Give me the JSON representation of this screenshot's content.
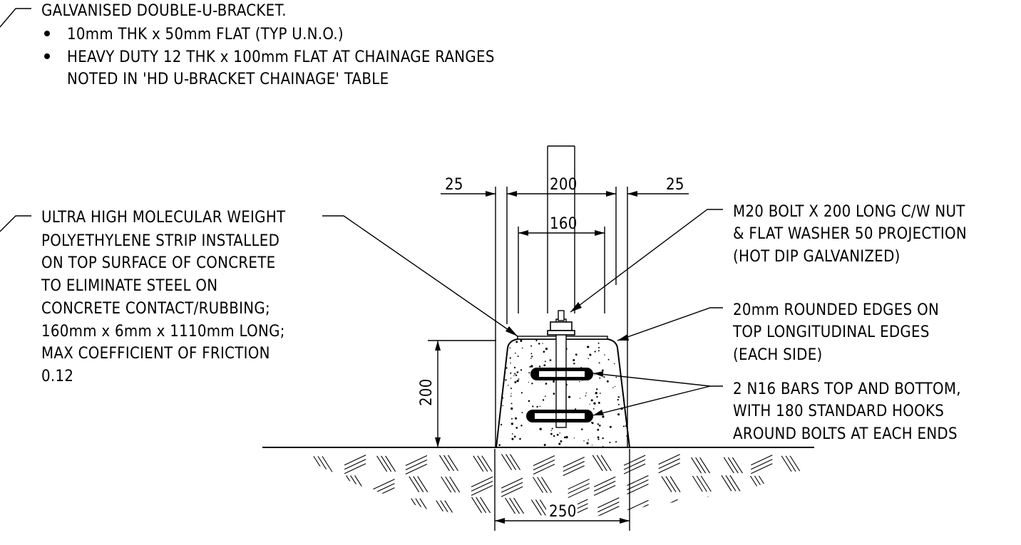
{
  "top_note": {
    "title": "GALVANISED DOUBLE-U-BRACKET.",
    "bullets": [
      "10mm THK x 50mm FLAT (TYP U.N.O.)",
      "HEAVY DUTY 12 THK x 100mm FLAT AT CHAINAGE RANGES"
    ],
    "bullet2_cont": "NOTED IN 'HD U-BRACKET CHAINAGE' TABLE"
  },
  "left_note": {
    "lines": [
      "ULTRA HIGH MOLECULAR WEIGHT",
      "POLYETHYLENE STRIP INSTALLED",
      "ON TOP SURFACE OF CONCRETE",
      "TO ELIMINATE STEEL ON",
      "CONCRETE CONTACT/RUBBING;",
      "160mm x 6mm x 1110mm LONG;",
      "MAX COEFFICIENT OF FRICTION",
      "0.12"
    ]
  },
  "right_notes": {
    "bolt": [
      "M20 BOLT X 200 LONG C/W NUT",
      "& FLAT WASHER 50 PROJECTION",
      "(HOT DIP GALVANIZED)"
    ],
    "edges": [
      "20mm ROUNDED EDGES ON",
      "TOP LONGITUDINAL EDGES",
      "(EACH SIDE)"
    ],
    "bars": [
      "2 N16 BARS TOP AND BOTTOM,",
      "WITH 180 STANDARD HOOKS",
      "AROUND BOLTS AT EACH ENDS"
    ]
  },
  "dimensions": {
    "left_gap": "25",
    "post_width": "200",
    "right_gap": "25",
    "inner_width": "160",
    "plinth_height": "200",
    "base_width": "250"
  }
}
